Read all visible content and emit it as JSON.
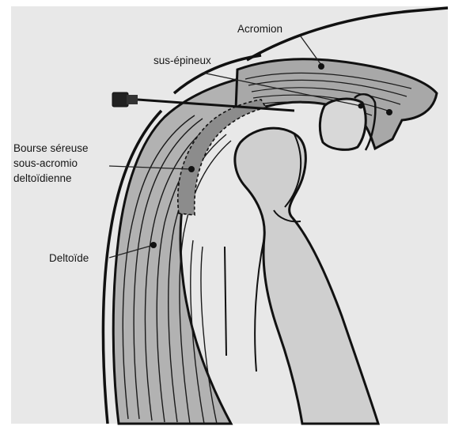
{
  "labels": {
    "acromion": "Acromion",
    "sus_epineux": "sus-épineux",
    "bourse_line1": "Bourse séreuse",
    "bourse_line2": "sous-acromio",
    "bourse_line3": "deltoïdienne",
    "deltoide": "Deltoïde"
  },
  "colors": {
    "paper": "#e8e8e8",
    "ink": "#111111",
    "muscle": "#b2b2b2",
    "bone": "#cfcfcf",
    "bursa": "#8c8c8c",
    "frame": "#ffffff"
  },
  "icons": {
    "needle": "syringe-needle-icon"
  }
}
